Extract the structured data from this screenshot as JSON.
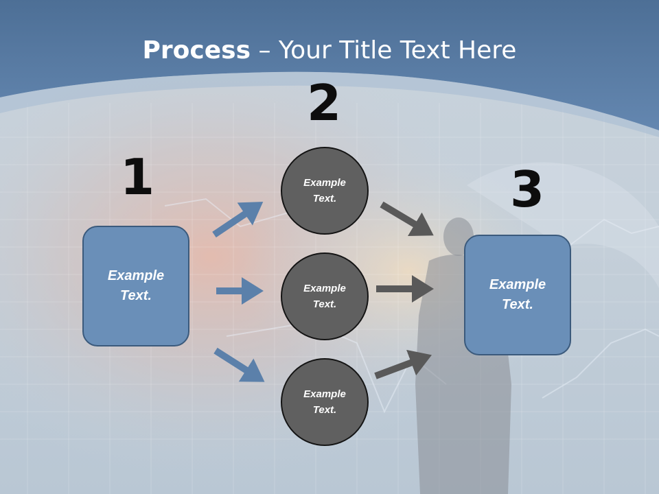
{
  "title": {
    "bold": "Process",
    "rest": " – Your Title Text Here"
  },
  "steps": {
    "one": "1",
    "two": "2",
    "three": "3"
  },
  "left_box": {
    "label": "Example Text."
  },
  "right_box": {
    "label": "Example Text."
  },
  "circles": [
    {
      "label": "Example Text."
    },
    {
      "label": "Example Text."
    },
    {
      "label": "Example Text."
    }
  ],
  "colors": {
    "header_blue": "#5a7fa8",
    "box_fill": "#6a8fb8",
    "circle_fill": "#606060",
    "arrow_blue": "#5b80aa",
    "arrow_gray": "#595959"
  }
}
